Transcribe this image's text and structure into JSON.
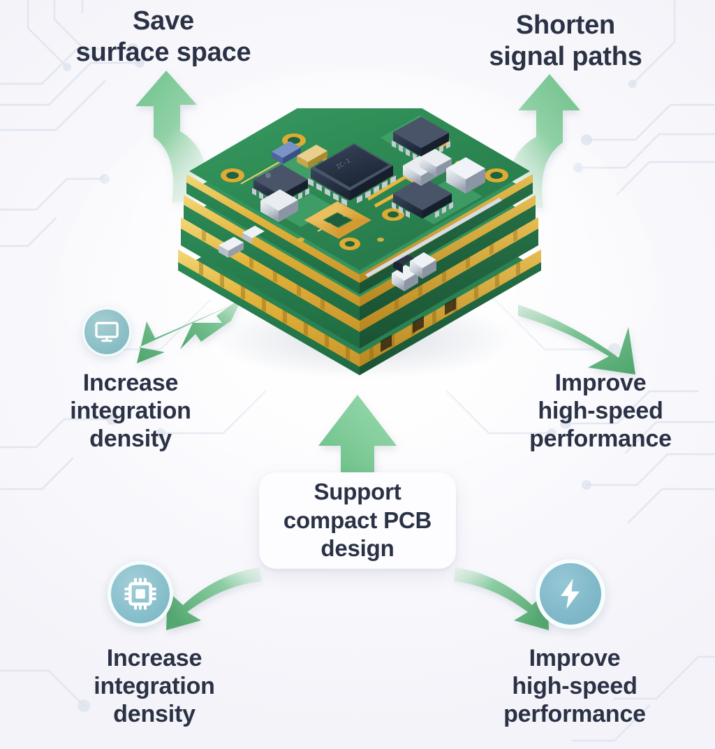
{
  "diagram": {
    "title_concept": "Multilayer PCB benefits radial diagram",
    "center": {
      "text": "Support\ncompact PCB\ndesign",
      "bg_color": "#fdfdff",
      "text_color": "#2b3245"
    },
    "benefits": [
      {
        "id": "save-surface-space",
        "text": "Save\nsurface space",
        "position": "top-left",
        "arrow": "curved-up-left",
        "icon": null
      },
      {
        "id": "shorten-signal-paths",
        "text": "Shorten\nsignal paths",
        "position": "top-right",
        "arrow": "curved-up-right",
        "icon": null
      },
      {
        "id": "increase-integration-density-mid",
        "text": "Increase\nintegration\ndensity",
        "position": "middle-left",
        "arrow": "straight-down-left",
        "icon": "monitor-icon"
      },
      {
        "id": "improve-high-speed-performance-mid",
        "text": "Improve\nhigh-speed\nperformance",
        "position": "middle-right",
        "arrow": "straight-down-right",
        "icon": null
      },
      {
        "id": "increase-integration-density-bottom",
        "text": "Increase\nintegration\ndensity",
        "position": "bottom-left",
        "arrow": "curved-down-left",
        "icon": "cpu-chip-icon"
      },
      {
        "id": "improve-high-speed-performance-bottom",
        "text": "Improve\nhigh-speed\nperformance",
        "position": "bottom-right",
        "arrow": "curved-down-right",
        "icon": "lightning-bolt-icon"
      }
    ],
    "illustration": {
      "name": "isometric-multilayer-pcb-board",
      "layer_count": 4,
      "solder_mask_color": "#2f8a55",
      "copper_color": "#e0ad2e",
      "component_color": "#263042",
      "description": "Isometric stacked multilayer printed circuit board with SMD chips, inductor coil, capacitors and gold plated vias"
    },
    "colors": {
      "background": "#f5f5fa",
      "text": "#2b3245",
      "arrow_green_dark": "#4da86a",
      "arrow_green_light": "#9fd9ae",
      "icon_circle_teal": "#7fb8c9",
      "icon_glyph": "#ffffff",
      "trace_color": "#dfe4ee"
    }
  }
}
